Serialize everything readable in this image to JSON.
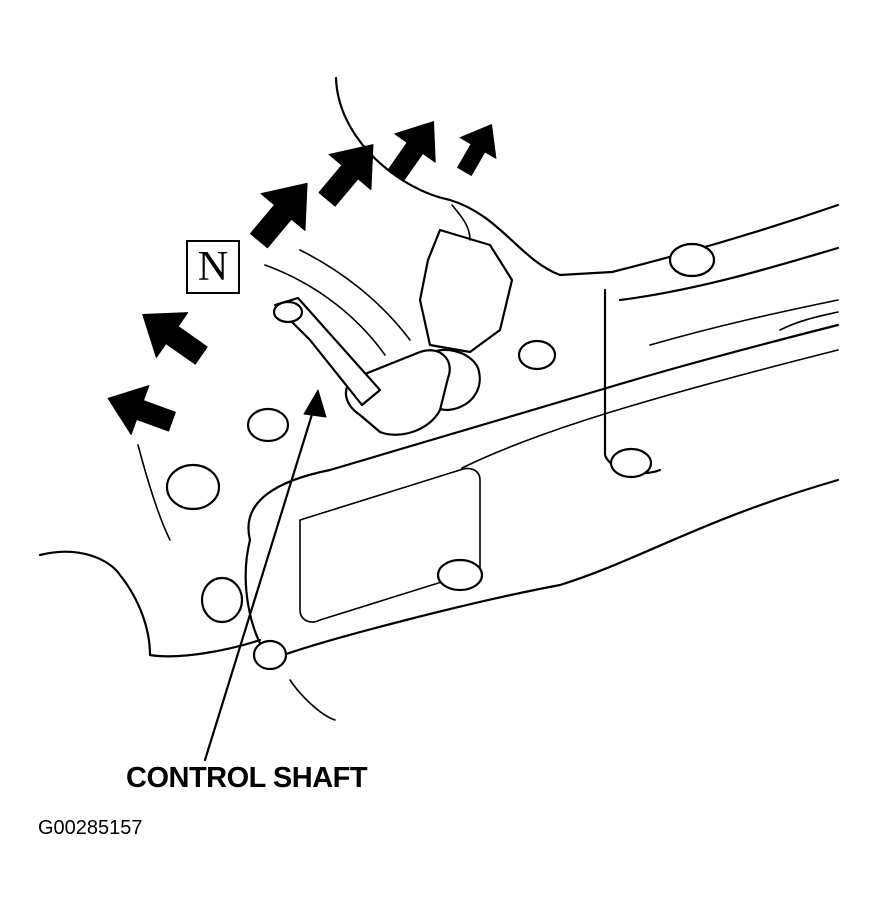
{
  "callout": {
    "label": "CONTROL SHAFT"
  },
  "position_indicator": {
    "letter": "N"
  },
  "figure": {
    "id": "G00285157"
  },
  "arrows": {
    "count": 7,
    "color": "#000000"
  },
  "colors": {
    "ink": "#000000",
    "paper": "#ffffff"
  }
}
